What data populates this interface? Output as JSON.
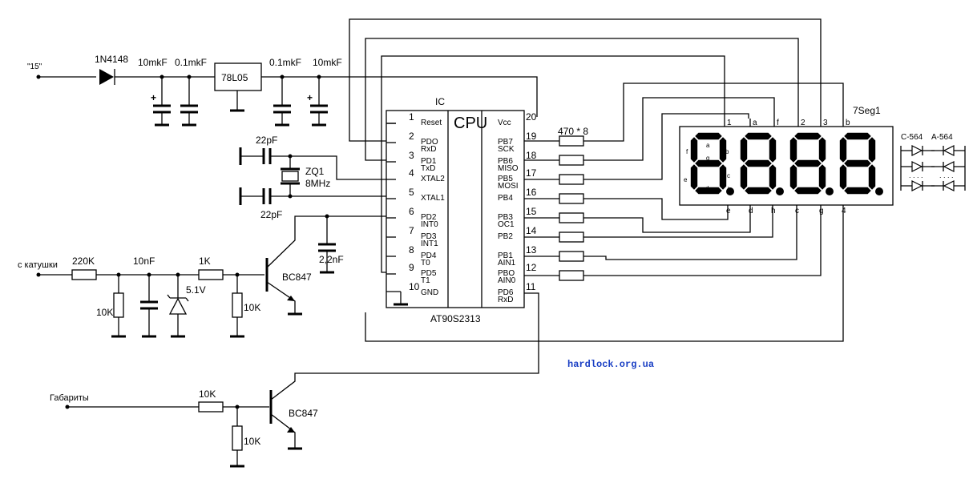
{
  "power": {
    "input_label": "\"15\"",
    "diode": "1N4148",
    "c1": "10mkF",
    "c2": "0.1mkF",
    "regulator": "78L05",
    "c3": "0.1mkF",
    "c4": "10mkF"
  },
  "crystal": {
    "c_top": "22pF",
    "c_bottom": "22pF",
    "name": "ZQ1",
    "freq": "8MHz"
  },
  "coil_input": {
    "label": "с катушки",
    "r1": "220K",
    "r2": "10K",
    "cap": "10nF",
    "zener": "5.1V",
    "r3": "1K",
    "r4": "10K",
    "transistor": "BC847",
    "cap2": "2,2nF"
  },
  "lights_input": {
    "label": "Габариты",
    "r1": "10K",
    "r2": "10K",
    "transistor": "BC847"
  },
  "ic": {
    "ref": "IC",
    "title": "CPU",
    "part": "AT90S2313",
    "left_pins": [
      {
        "num": "1",
        "name": "Reset",
        "alt": ""
      },
      {
        "num": "2",
        "name": "PDO",
        "alt": "RxD"
      },
      {
        "num": "3",
        "name": "PD1",
        "alt": "TxD"
      },
      {
        "num": "4",
        "name": "XTAL2",
        "alt": ""
      },
      {
        "num": "5",
        "name": "XTAL1",
        "alt": ""
      },
      {
        "num": "6",
        "name": "PD2",
        "alt": "INT0"
      },
      {
        "num": "7",
        "name": "PD3",
        "alt": "INT1"
      },
      {
        "num": "8",
        "name": "PD4",
        "alt": "T0"
      },
      {
        "num": "9",
        "name": "PD5",
        "alt": "T1"
      },
      {
        "num": "10",
        "name": "GND",
        "alt": ""
      }
    ],
    "right_pins": [
      {
        "num": "20",
        "name": "Vcc",
        "alt": ""
      },
      {
        "num": "19",
        "name": "PB7",
        "alt": "SCK"
      },
      {
        "num": "18",
        "name": "PB6",
        "alt": "MISO"
      },
      {
        "num": "17",
        "name": "PB5",
        "alt": "MOSI"
      },
      {
        "num": "16",
        "name": "PB4",
        "alt": ""
      },
      {
        "num": "15",
        "name": "PB3",
        "alt": "OC1"
      },
      {
        "num": "14",
        "name": "PB2",
        "alt": ""
      },
      {
        "num": "13",
        "name": "PB1",
        "alt": "AIN1"
      },
      {
        "num": "12",
        "name": "PBO",
        "alt": "AIN0"
      },
      {
        "num": "11",
        "name": "PD6",
        "alt": "RxD"
      }
    ]
  },
  "resistor_array": "470 * 8",
  "display": {
    "ref": "7Seg1",
    "top_pins": [
      "1",
      "a",
      "f",
      "2",
      "3",
      "b"
    ],
    "bottom_pins": [
      "e",
      "d",
      "h",
      "c",
      "g",
      "4"
    ],
    "segment_letters": [
      "a",
      "b",
      "c",
      "d",
      "e",
      "f",
      "g",
      "h"
    ],
    "types": [
      "C-564",
      "A-564"
    ]
  },
  "site": "hardlock.org.ua"
}
